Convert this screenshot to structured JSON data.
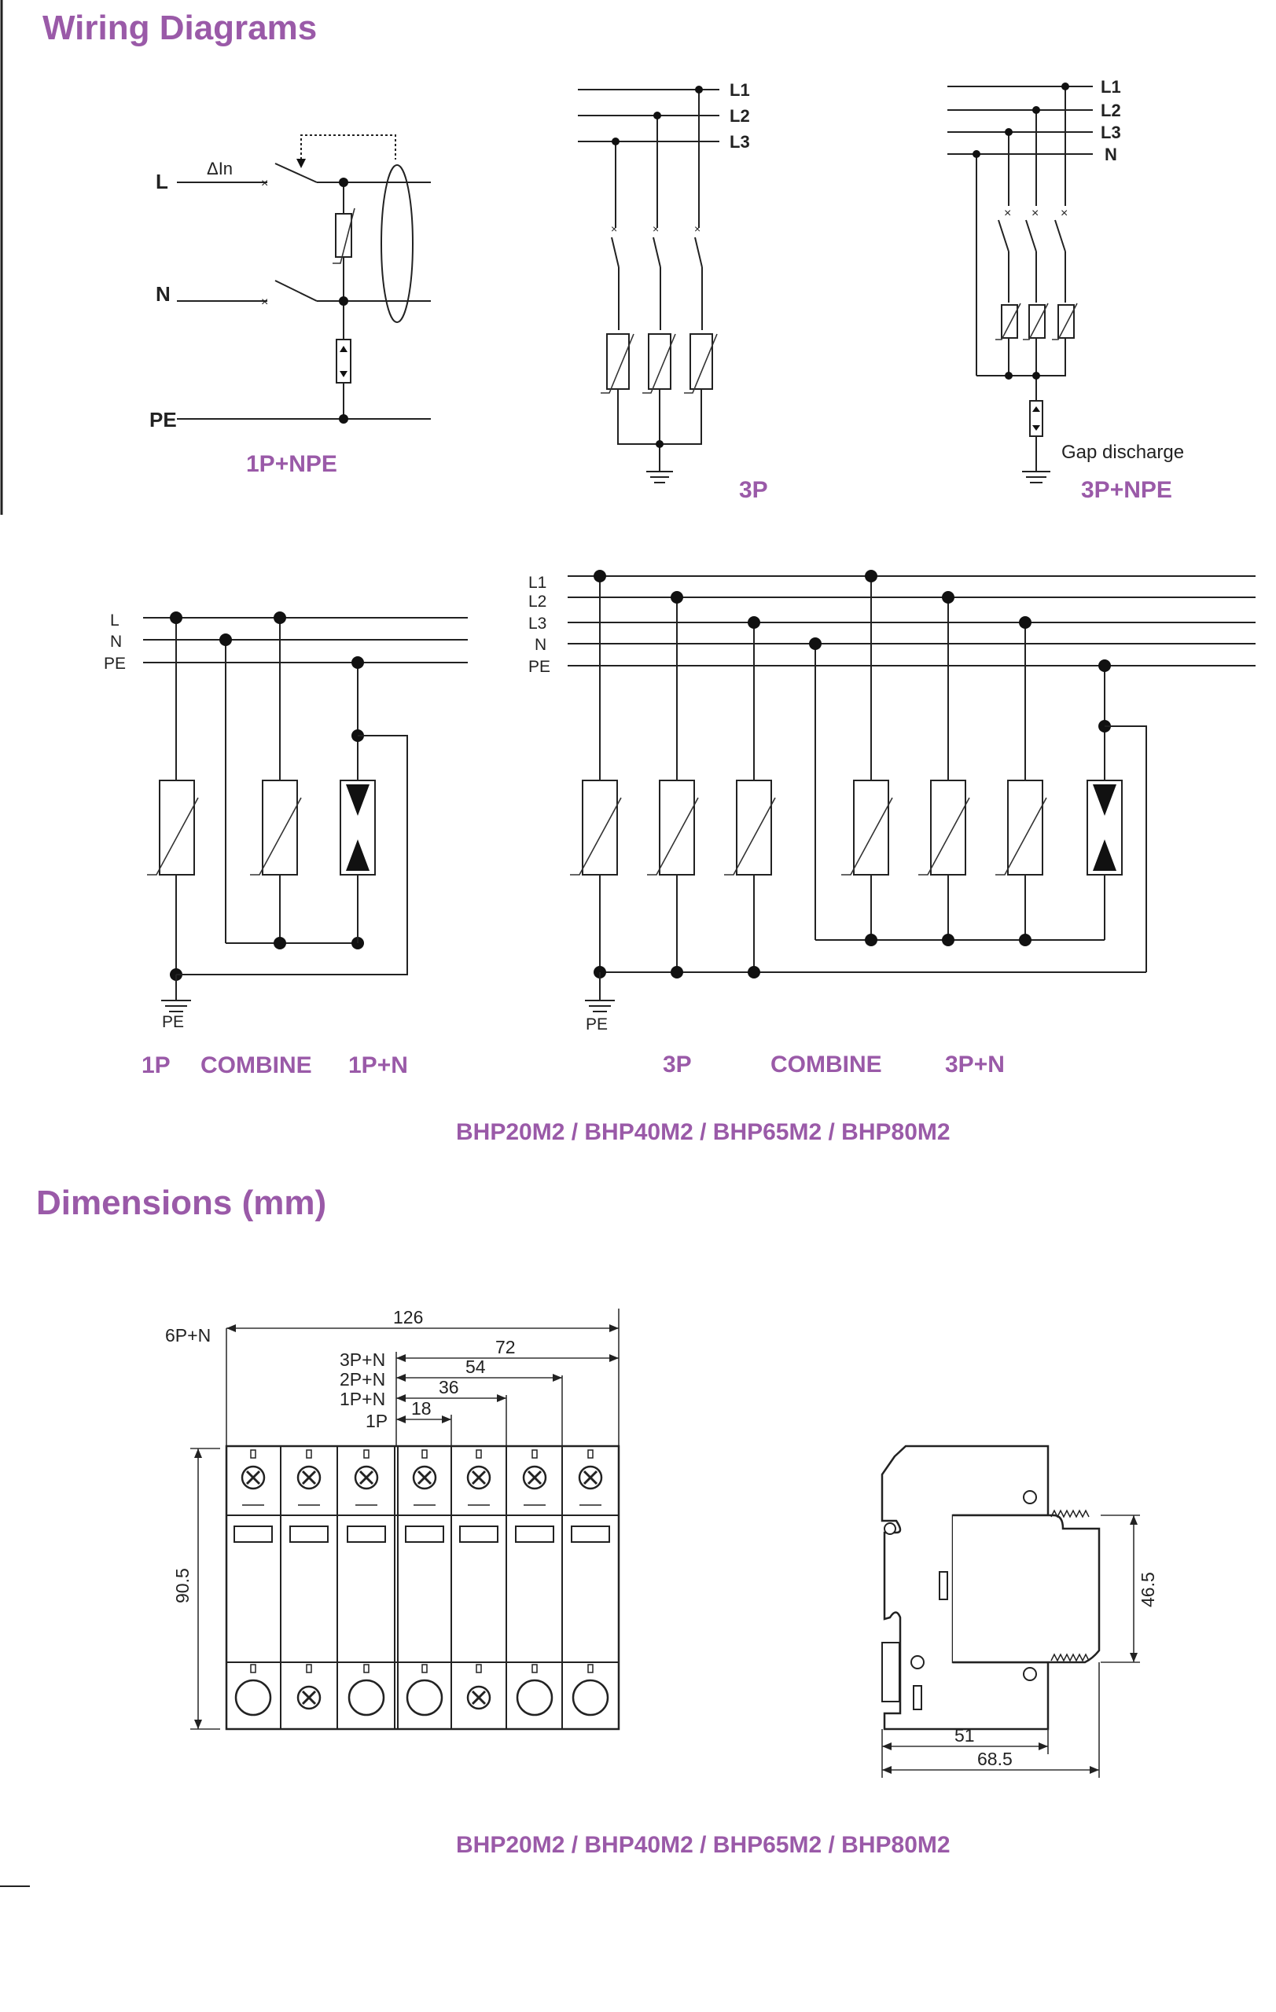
{
  "colors": {
    "accent": "#9a5aa8",
    "line": "#222222"
  },
  "sections": {
    "wiring_title": "Wiring Diagrams",
    "dimensions_title": "Dimensions (mm)"
  },
  "diagram1": {
    "line_L": "L",
    "line_N": "N",
    "line_PE": "PE",
    "delta_in": "ΔIn",
    "caption": "1P+NPE"
  },
  "diagram2": {
    "lines": [
      "L1",
      "L2",
      "L3"
    ],
    "caption": "3P"
  },
  "diagram3": {
    "lines": [
      "L1",
      "L2",
      "L3",
      "N"
    ],
    "gap_label": "Gap discharge",
    "caption": "3P+NPE"
  },
  "diagram4": {
    "lines": [
      "L",
      "N",
      "PE"
    ],
    "ground_label": "PE",
    "captions": [
      "1P",
      "COMBINE",
      "1P+N"
    ]
  },
  "diagram5": {
    "lines": [
      "L1",
      "L2",
      "L3",
      "N",
      "PE"
    ],
    "ground_label": "PE",
    "captions": [
      "3P",
      "COMBINE",
      "3P+N"
    ]
  },
  "models_caption_1": "BHP20M2 / BHP40M2 / BHP65M2 / BHP80M2",
  "models_caption_2": "BHP20M2 / BHP40M2 / BHP65M2 / BHP80M2",
  "front_view": {
    "config_labels": [
      "6P+N",
      "3P+N",
      "2P+N",
      "1P+N",
      "1P"
    ],
    "widths": [
      "126",
      "72",
      "54",
      "36",
      "18"
    ],
    "height": "90.5",
    "top_terminals": [
      "x",
      "x",
      "x",
      "x",
      "x",
      "x",
      "x"
    ],
    "bottom_terminals": [
      "o",
      "x",
      "o",
      "o",
      "x",
      "o",
      "o"
    ]
  },
  "side_view": {
    "height": "46.5",
    "depth_inner": "51",
    "depth_total": "68.5"
  }
}
